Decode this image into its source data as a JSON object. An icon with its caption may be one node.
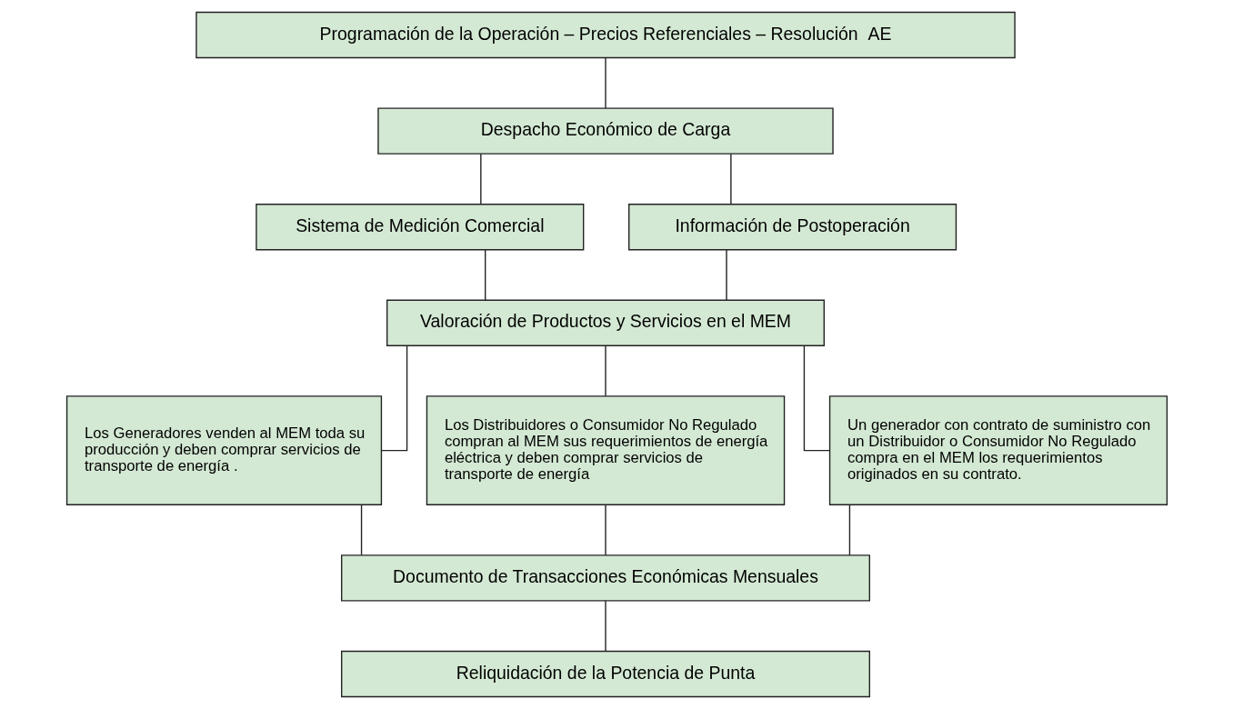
{
  "diagram": {
    "nodes": [
      {
        "text": [
          "Programación de la Operación – Precios Referenciales – Resolución  AE"
        ]
      },
      {
        "text": [
          "Despacho Económico de Carga"
        ]
      },
      {
        "text": [
          "Sistema de Medición Comercial"
        ]
      },
      {
        "text": [
          "Información de Postoperación"
        ]
      },
      {
        "text": [
          "Valoración de Productos y Servicios en el MEM"
        ]
      },
      {
        "text": [
          "Los Generadores venden al MEM toda su producción y deben comprar servicios de transporte de energía ."
        ]
      },
      {
        "text": [
          "Los Distribuidores o Consumidor No Regulado compran al MEM sus requerimientos de energía eléctrica y deben comprar servicios de transporte de energía"
        ]
      },
      {
        "text": [
          "Un generador con contrato de suministro con un Distribuidor o Consumidor No Regulado compra en el MEM los requerimientos originados en su contrato."
        ]
      },
      {
        "text": [
          "Documento de Transacciones Económicas Mensuales"
        ]
      },
      {
        "text": [
          "Reliquidación de la Potencia de Punta"
        ]
      }
    ],
    "edges": [
      {
        "from": 0,
        "to": 1,
        "arrow": "none"
      },
      {
        "from": 1,
        "to": 2,
        "arrow": "none"
      },
      {
        "from": 1,
        "to": 3,
        "arrow": "none"
      },
      {
        "from": 2,
        "to": 4,
        "arrow": "none"
      },
      {
        "from": 3,
        "to": 4,
        "arrow": "none"
      },
      {
        "from": 4,
        "to": 5,
        "arrow": "none"
      },
      {
        "from": 4,
        "to": 6,
        "arrow": "none"
      },
      {
        "from": 4,
        "to": 7,
        "arrow": "none"
      },
      {
        "from": 5,
        "to": 8,
        "arrow": "none"
      },
      {
        "from": 6,
        "to": 8,
        "arrow": "none"
      },
      {
        "from": 7,
        "to": 8,
        "arrow": "none"
      },
      {
        "from": 8,
        "to": 9,
        "arrow": "none"
      }
    ]
  }
}
